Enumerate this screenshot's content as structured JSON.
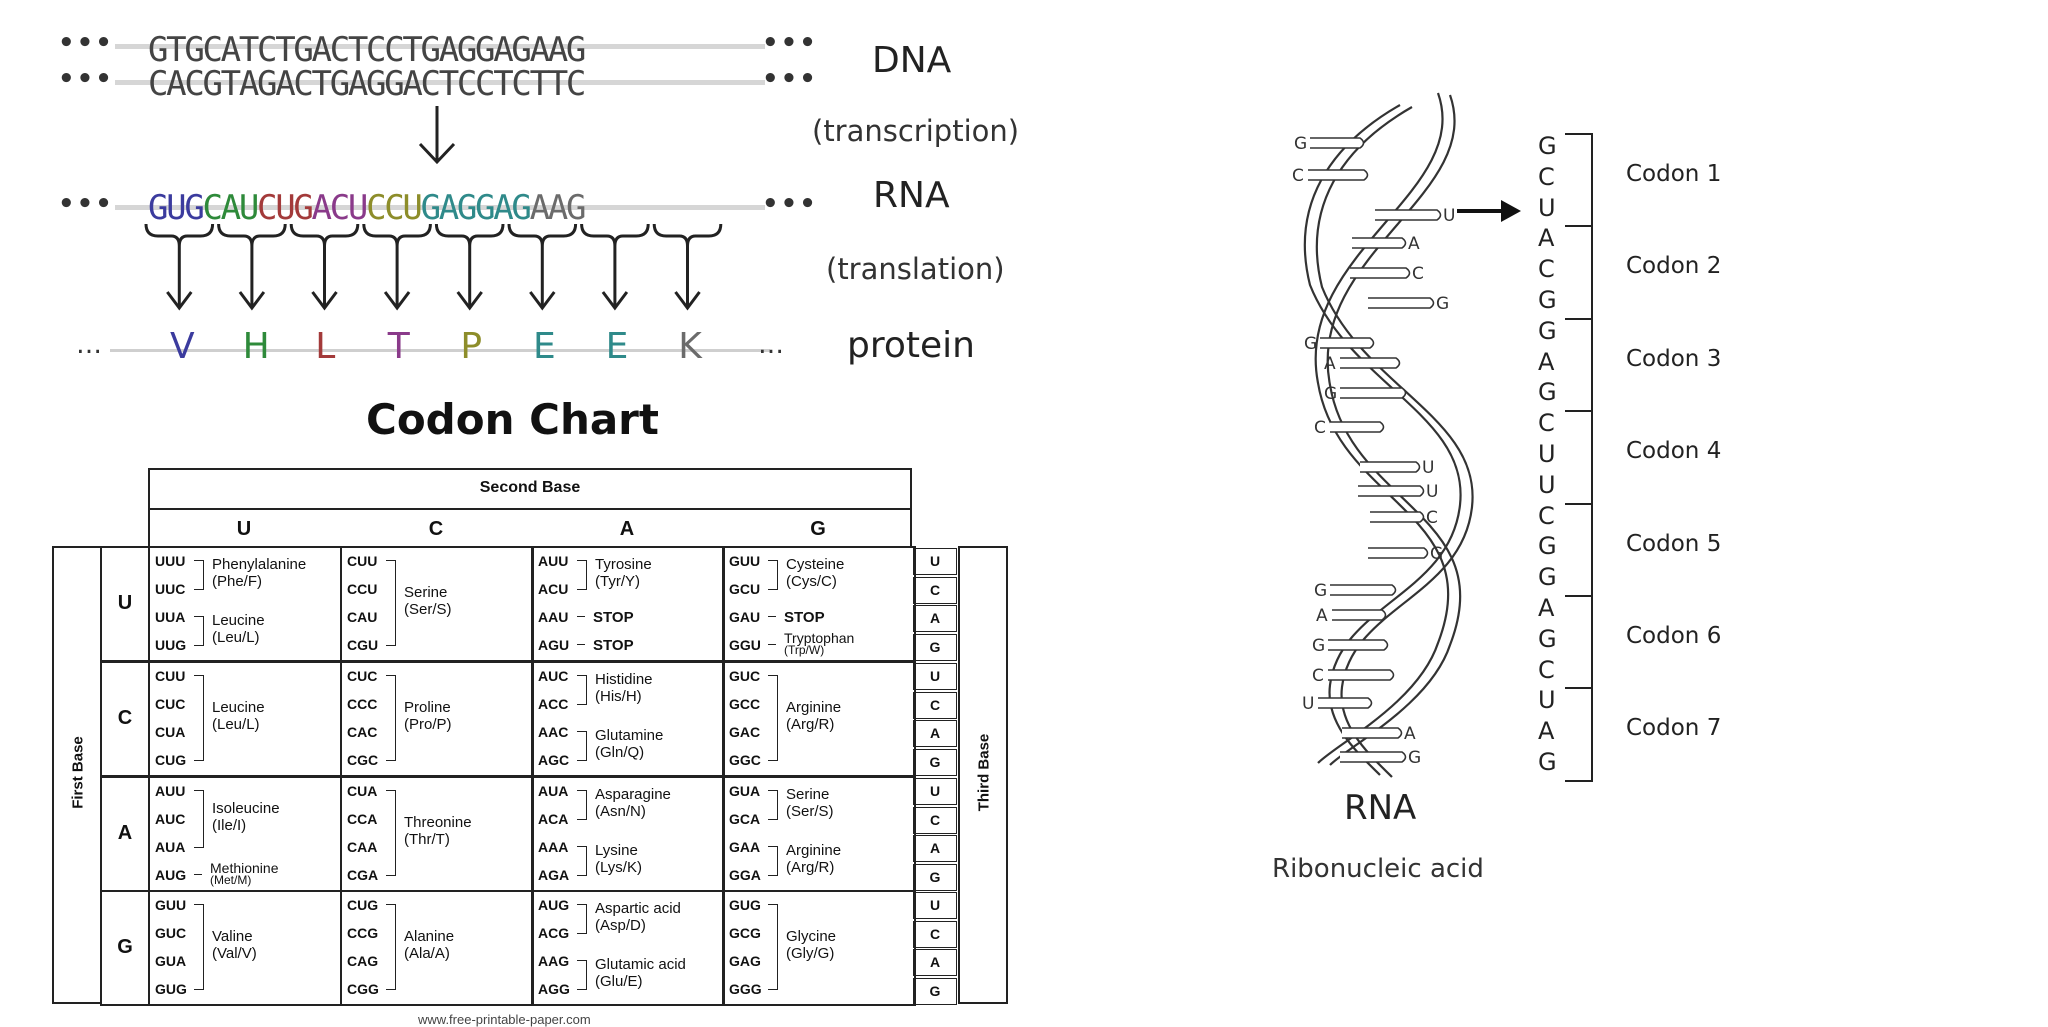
{
  "dna": {
    "strand1": "GTGCATCTGACTCCTGAGGAGAAG",
    "strand2": "CACGTAGACTGAGGACTCCTCTTC",
    "ellipsis": "•••",
    "label": "DNA",
    "transcription": "(transcription)"
  },
  "rna": {
    "codons": [
      {
        "seq": "GUG",
        "color": "#3b3b9e"
      },
      {
        "seq": "CAU",
        "color": "#2e8a3a"
      },
      {
        "seq": "CUG",
        "color": "#a33a3a"
      },
      {
        "seq": "ACU",
        "color": "#8a3a8a"
      },
      {
        "seq": "CCU",
        "color": "#8d8d2a"
      },
      {
        "seq": "GAG",
        "color": "#2f8a8a"
      },
      {
        "seq": "GAG",
        "color": "#2f8a8a"
      },
      {
        "seq": "AAG",
        "color": "#6b6b6b"
      }
    ],
    "label": "RNA",
    "translation": "(translation)"
  },
  "protein": {
    "letters": [
      "V",
      "H",
      "L",
      "T",
      "P",
      "E",
      "E",
      "K"
    ],
    "label": "protein",
    "ellipsis": "…"
  },
  "chart": {
    "title": "Codon Chart",
    "second_base": "Second Base",
    "first_base": "First Base",
    "third_base": "Third Base",
    "columns": [
      "U",
      "C",
      "A",
      "G"
    ],
    "rows": [
      "U",
      "C",
      "A",
      "G"
    ],
    "third_letters": [
      "U",
      "C",
      "A",
      "G"
    ],
    "footer": "www.free-printable-paper.com",
    "cells": [
      [
        {
          "codons": [
            "UUU",
            "UUC",
            "UUA",
            "UUG"
          ],
          "groups": [
            {
              "name": "Phenylalanine",
              "abbr": "(Phe/F)",
              "span": [
                0,
                1
              ]
            },
            {
              "name": "Leucine",
              "abbr": "(Leu/L)",
              "span": [
                2,
                3
              ]
            }
          ]
        },
        {
          "codons": [
            "CUU",
            "CCU",
            "CAU",
            "CGU"
          ],
          "groups": [
            {
              "name": "Serine",
              "abbr": "(Ser/S)",
              "span": [
                0,
                3
              ]
            }
          ]
        },
        {
          "codons": [
            "AUU",
            "ACU",
            "AAU",
            "AGU"
          ],
          "groups": [
            {
              "name": "Tyrosine",
              "abbr": "(Tyr/Y)",
              "span": [
                0,
                1
              ]
            },
            {
              "stop": "STOP",
              "row": 2
            },
            {
              "stop": "STOP",
              "row": 3
            }
          ]
        },
        {
          "codons": [
            "GUU",
            "GCU",
            "GAU",
            "GGU"
          ],
          "groups": [
            {
              "name": "Cysteine",
              "abbr": "(Cys/C)",
              "span": [
                0,
                1
              ]
            },
            {
              "stop": "STOP",
              "row": 2
            },
            {
              "name": "Tryptophan",
              "abbr": "(Trp/W)",
              "single": 3
            }
          ]
        }
      ],
      [
        {
          "codons": [
            "CUU",
            "CUC",
            "CUA",
            "CUG"
          ],
          "groups": [
            {
              "name": "Leucine",
              "abbr": "(Leu/L)",
              "span": [
                0,
                3
              ]
            }
          ]
        },
        {
          "codons": [
            "CUC",
            "CCC",
            "CAC",
            "CGC"
          ],
          "groups": [
            {
              "name": "Proline",
              "abbr": "(Pro/P)",
              "span": [
                0,
                3
              ]
            }
          ]
        },
        {
          "codons": [
            "AUC",
            "ACC",
            "AAC",
            "AGC"
          ],
          "groups": [
            {
              "name": "Histidine",
              "abbr": "(His/H)",
              "span": [
                0,
                1
              ]
            },
            {
              "name": "Glutamine",
              "abbr": "(Gln/Q)",
              "span": [
                2,
                3
              ]
            }
          ]
        },
        {
          "codons": [
            "GUC",
            "GCC",
            "GAC",
            "GGC"
          ],
          "groups": [
            {
              "name": "Arginine",
              "abbr": "(Arg/R)",
              "span": [
                0,
                3
              ]
            }
          ]
        }
      ],
      [
        {
          "codons": [
            "AUU",
            "AUC",
            "AUA",
            "AUG"
          ],
          "groups": [
            {
              "name": "Isoleucine",
              "abbr": "(Ile/I)",
              "span": [
                0,
                2
              ]
            },
            {
              "name": "Methionine",
              "abbr": "(Met/M)",
              "single": 3
            }
          ]
        },
        {
          "codons": [
            "CUA",
            "CCA",
            "CAA",
            "CGA"
          ],
          "groups": [
            {
              "name": "Threonine",
              "abbr": "(Thr/T)",
              "span": [
                0,
                3
              ]
            }
          ]
        },
        {
          "codons": [
            "AUA",
            "ACA",
            "AAA",
            "AGA"
          ],
          "groups": [
            {
              "name": "Asparagine",
              "abbr": "(Asn/N)",
              "span": [
                0,
                1
              ]
            },
            {
              "name": "Lysine",
              "abbr": "(Lys/K)",
              "span": [
                2,
                3
              ]
            }
          ]
        },
        {
          "codons": [
            "GUA",
            "GCA",
            "GAA",
            "GGA"
          ],
          "groups": [
            {
              "name": "Serine",
              "abbr": "(Ser/S)",
              "span": [
                0,
                1
              ]
            },
            {
              "name": "Arginine",
              "abbr": "(Arg/R)",
              "span": [
                2,
                3
              ]
            }
          ]
        }
      ],
      [
        {
          "codons": [
            "GUU",
            "GUC",
            "GUA",
            "GUG"
          ],
          "groups": [
            {
              "name": "Valine",
              "abbr": "(Val/V)",
              "span": [
                0,
                3
              ]
            }
          ]
        },
        {
          "codons": [
            "CUG",
            "CCG",
            "CAG",
            "CGG"
          ],
          "groups": [
            {
              "name": "Alanine",
              "abbr": "(Ala/A)",
              "span": [
                0,
                3
              ]
            }
          ]
        },
        {
          "codons": [
            "AUG",
            "ACG",
            "AAG",
            "AGG"
          ],
          "groups": [
            {
              "name": "Aspartic acid",
              "abbr": "(Asp/D)",
              "span": [
                0,
                1
              ]
            },
            {
              "name": "Glutamic acid",
              "abbr": "(Glu/E)",
              "span": [
                2,
                3
              ]
            }
          ]
        },
        {
          "codons": [
            "GUG",
            "GCG",
            "GAG",
            "GGG"
          ],
          "groups": [
            {
              "name": "Glycine",
              "abbr": "(Gly/G)",
              "span": [
                0,
                3
              ]
            }
          ]
        }
      ]
    ]
  },
  "helix": {
    "left_bases": [
      "G",
      "C",
      "U",
      "A",
      "C",
      "G",
      "G",
      "A",
      "G",
      "C",
      "U",
      "U",
      "C",
      "G",
      "G",
      "A",
      "G",
      "C",
      "U",
      "A",
      "G"
    ],
    "sequence": [
      "G",
      "C",
      "U",
      "A",
      "C",
      "G",
      "G",
      "A",
      "G",
      "C",
      "U",
      "U",
      "C",
      "G",
      "G",
      "A",
      "G",
      "C",
      "U",
      "A",
      "G"
    ],
    "codon_labels": [
      "Codon 1",
      "Codon 2",
      "Codon 3",
      "Codon 4",
      "Codon 5",
      "Codon 6",
      "Codon 7"
    ],
    "title": "RNA",
    "subtitle": "Ribonucleic acid"
  }
}
